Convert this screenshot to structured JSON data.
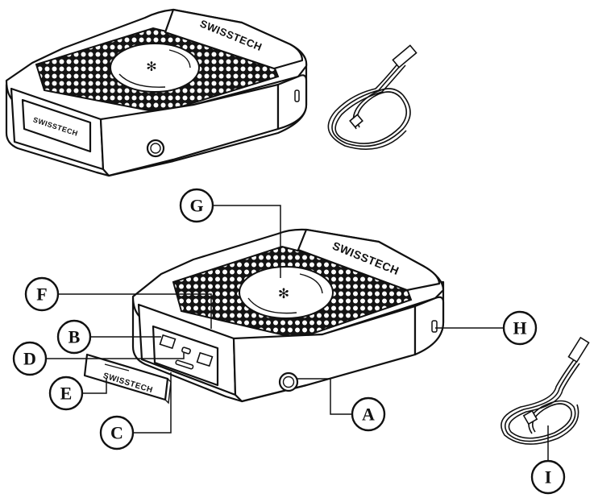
{
  "brand_top_device": "SWISSTECH",
  "brand_main_device": "SWISSTECH",
  "cover_top_brand": "SWISSTECH",
  "cover_loose_brand": "SWISSTECH",
  "callouts": {
    "A": "A",
    "B": "B",
    "C": "C",
    "D": "D",
    "E": "E",
    "F": "F",
    "G": "G",
    "H": "H",
    "I": "I"
  }
}
